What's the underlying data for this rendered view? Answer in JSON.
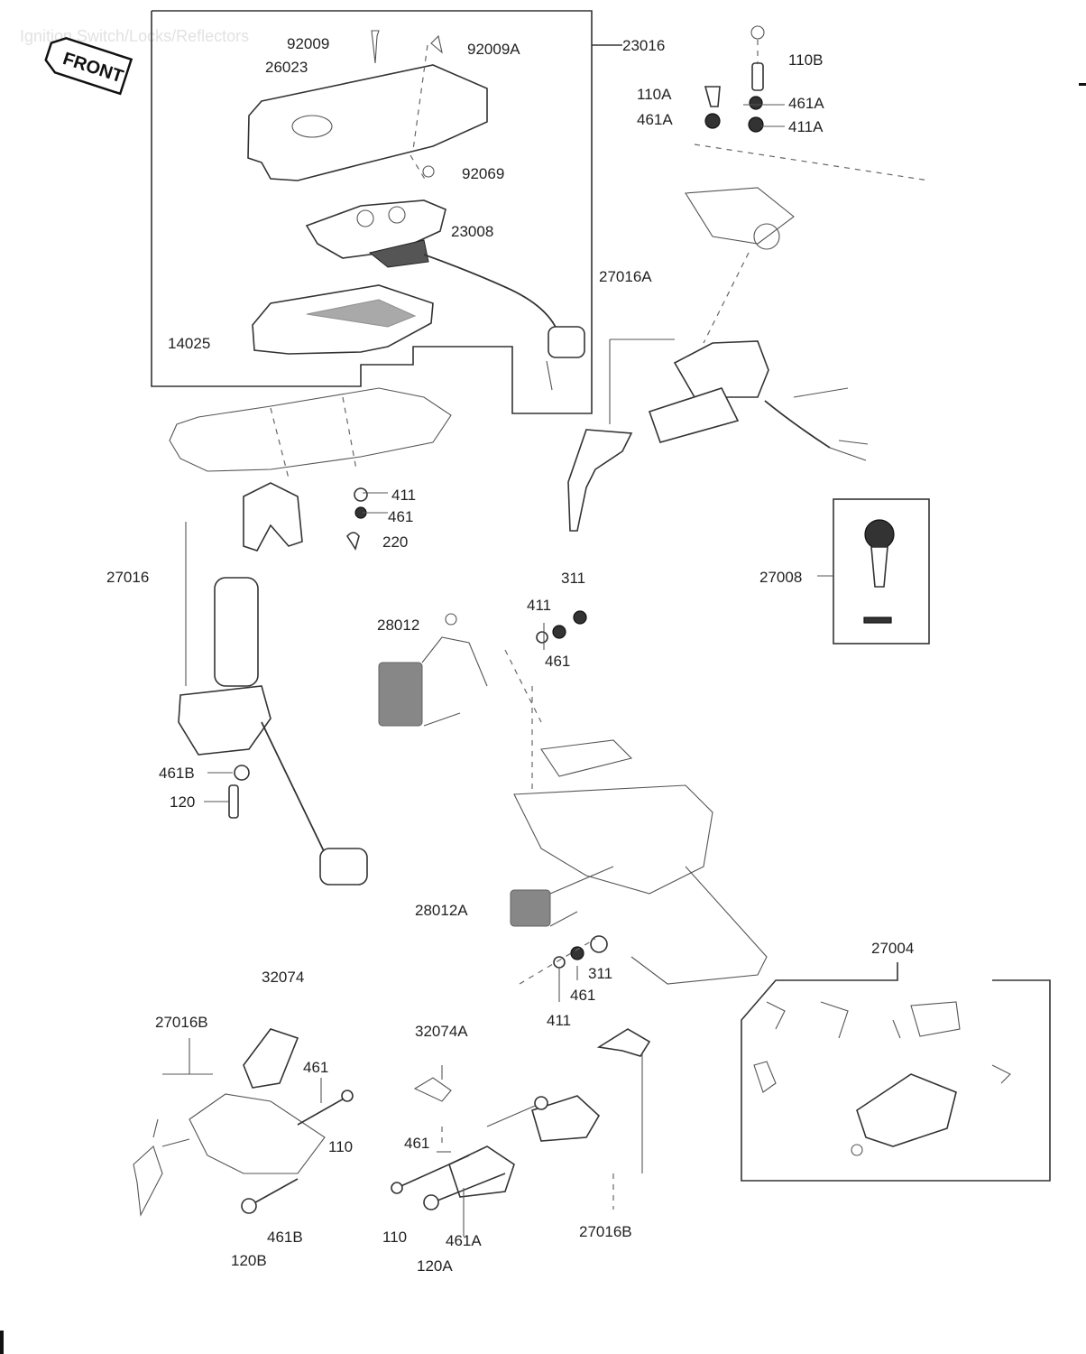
{
  "header": {
    "faint_title": "Ignition Switch/Locks/Reflectors",
    "front_badge": "FRONT"
  },
  "labels": {
    "l23016": "23016",
    "l92009": "92009",
    "l92009A": "92009A",
    "l26023": "26023",
    "l92069": "92069",
    "l23008": "23008",
    "l14025": "14025",
    "l110B": "110B",
    "l110A": "110A",
    "l461A_top": "461A",
    "l461A_left": "461A",
    "l411A": "411A",
    "l27016A": "27016A",
    "l411_mid": "411",
    "l461_mid": "461",
    "l220": "220",
    "l27016": "27016",
    "l27008": "27008",
    "l311_top": "311",
    "l411_small": "411",
    "l461_small": "461",
    "l28012": "28012",
    "l461B_left": "461B",
    "l120": "120",
    "l28012A": "28012A",
    "l27004": "27004",
    "l32074": "32074",
    "l311_low": "311",
    "l461_low": "461",
    "l411_low": "411",
    "l27016B": "27016B",
    "l32074A": "32074A",
    "l461_bl": "461",
    "l110_bl": "110",
    "l461_bm": "461",
    "l461B_bl": "461B",
    "l120B": "120B",
    "l110_bm": "110",
    "l461A_bm": "461A",
    "l120A": "120A",
    "l27016B_low": "27016B"
  }
}
